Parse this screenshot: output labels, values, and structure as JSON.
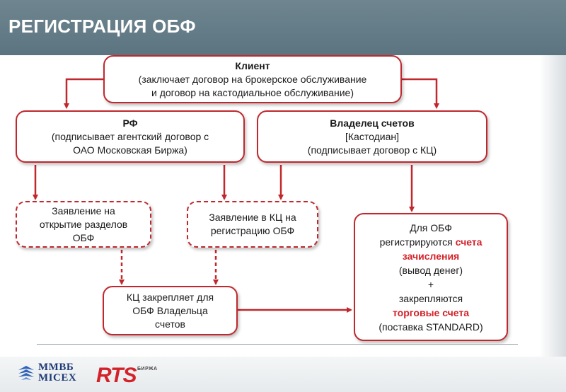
{
  "header": {
    "title": "РЕГИСТРАЦИЯ ОБФ"
  },
  "boxes": {
    "client": {
      "title": "Клиент",
      "line1": "(заключает договор на брокерское обслуживание",
      "line2": "и договор на кастодиальное обслуживание)"
    },
    "rf": {
      "title": "РФ",
      "line1": "(подписывает агентский договор с",
      "line2": "ОАО Московская Биржа)"
    },
    "owner": {
      "title": "Владелец счетов",
      "line1": "[Кастодиан]",
      "line2": "(подписывает договор с КЦ)"
    },
    "application_sections": {
      "line1": "Заявление на",
      "line2": "открытие разделов",
      "line3": "ОБФ"
    },
    "application_kc": {
      "line1": "Заявление в КЦ на",
      "line2": "регистрацию ОБФ"
    },
    "kc_assign": {
      "line1": "КЦ закрепляет для",
      "line2": "ОБФ Владельца",
      "line3": "счетов"
    },
    "obf_accounts": {
      "line1": "Для ОБФ",
      "line2_prefix": "регистрируются ",
      "line2_red": "счета",
      "line3_red": "зачисления",
      "line4": "(вывод денег)",
      "line5": "+",
      "line6": "закрепляются",
      "line7_red": "торговые счета",
      "line8": "(поставка STANDARD)"
    }
  },
  "logos": {
    "mmvb_line1": "ММВБ",
    "mmvb_line2": "MICEX",
    "rts": "RTS",
    "rts_sub": "БИРЖА"
  },
  "colors": {
    "accent": "#c0282d",
    "header": "#627a86",
    "highlight": "#d3222a"
  }
}
